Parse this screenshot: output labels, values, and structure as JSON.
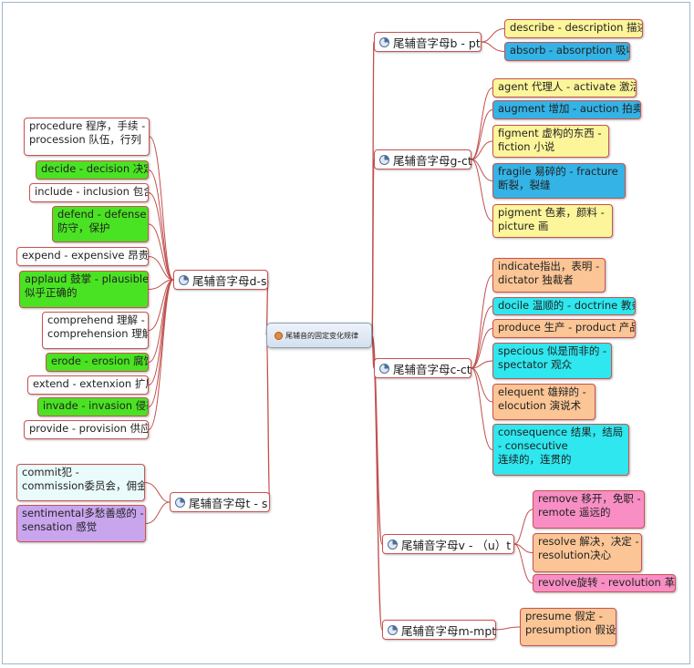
{
  "root": {
    "label": "尾辅音的固定变化规律",
    "icon": "orange-dot-icon"
  },
  "branches": {
    "b_pt": {
      "label": "尾辅音字母b - pt",
      "leaves": [
        "describe  - description 描述",
        "absorb - absorption 吸收"
      ]
    },
    "g_ct": {
      "label": "尾辅音字母g-ct",
      "leaves": [
        "agent 代理人 - activate 激活",
        "augment 增加 - auction 拍卖",
        [
          "figment 虚构的东西 -",
          "fiction 小说"
        ],
        [
          "fragile 易碎的 - fracture",
          "断裂，裂缝"
        ],
        [
          "pigment 色素，颜料 -",
          "picture 画"
        ]
      ]
    },
    "c_ct": {
      "label": "尾辅音字母c-ct",
      "leaves": [
        [
          "indicate指出，表明 -",
          "dictator 独裁者"
        ],
        "docile 温顺的 - doctrine 教条",
        "produce 生产 - product 产品",
        [
          "specious 似是而非的 -",
          "spectator 观众"
        ],
        [
          "elequent 雄辩的 -",
          "elocution 演说术"
        ],
        [
          "consequence 结果，结局",
          "- consecutive",
          "连续的，连贯的"
        ]
      ]
    },
    "v_ut": {
      "label": "尾辅音字母v - （u）t",
      "leaves": [
        [
          "remove 移开，免职 -",
          "remote 遥远的"
        ],
        [
          "resolve 解决，决定 -",
          "resolution决心"
        ],
        "revolve旋转 - revolution 革命"
      ]
    },
    "m_mpt": {
      "label": "尾辅音字母m-mpt",
      "leaves": [
        [
          "presume 假定 -",
          "presumption 假设"
        ]
      ]
    },
    "d_s": {
      "label": "尾辅音字母d-s",
      "leaves": [
        [
          "procedure 程序，手续 -",
          "procession 队伍，行列"
        ],
        "decide - decision 决定",
        "include - inclusion 包含",
        [
          "defend - defense",
          "防守，保护"
        ],
        "expend - expensive 昂贵的",
        [
          "applaud 鼓掌 - plausible",
          "似乎正确的"
        ],
        [
          "comprehend 理解 -",
          "comprehension 理解"
        ],
        "erode - erosion 腐蚀",
        "extend - extenxion 扩展",
        "invade - invasion 侵袭",
        "provide - provision 供应"
      ]
    },
    "t_s": {
      "label": "尾辅音字母t - s",
      "leaves": [
        [
          "commit犯 -",
          "commission委员会，佣金"
        ],
        [
          "sentimental多愁善感的 -",
          "sensation 感觉"
        ]
      ]
    }
  },
  "colors": {
    "link": "#c0504d",
    "white": "#ffffff",
    "yellow": "#fdf59a",
    "blue": "#33b3e6",
    "green": "#4ae323",
    "orange": "#fbc596",
    "cyan": "#2ee7ef",
    "pink": "#f88ec4",
    "light_cyan": "#e9fbfb",
    "purple": "#c9a5ee"
  },
  "leaf_colors": {
    "b_pt": [
      "yellow",
      "blue"
    ],
    "g_ct": [
      "yellow",
      "blue",
      "yellow",
      "blue",
      "yellow"
    ],
    "c_ct": [
      "orange",
      "cyan",
      "orange",
      "cyan",
      "orange",
      "cyan"
    ],
    "v_ut": [
      "pink",
      "orange",
      "pink"
    ],
    "m_mpt": [
      "orange"
    ],
    "d_s": [
      "white",
      "green",
      "white",
      "green",
      "white",
      "green",
      "white",
      "green",
      "white",
      "green",
      "white"
    ],
    "t_s": [
      "light_cyan",
      "purple"
    ]
  }
}
